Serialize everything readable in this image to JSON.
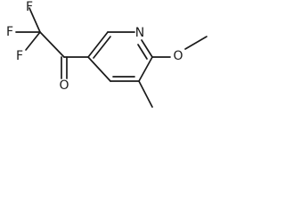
{
  "molecule": {
    "atoms": {
      "fluorine_top": "F",
      "fluorine_left": "F",
      "fluorine_lower": "F",
      "oxygen_carbonyl": "O",
      "nitrogen_ring": "N",
      "oxygen_methoxy": "O"
    },
    "colors": {
      "bond": "#1a1a1a",
      "text": "#1a1a1a",
      "background": "#ffffff"
    }
  }
}
